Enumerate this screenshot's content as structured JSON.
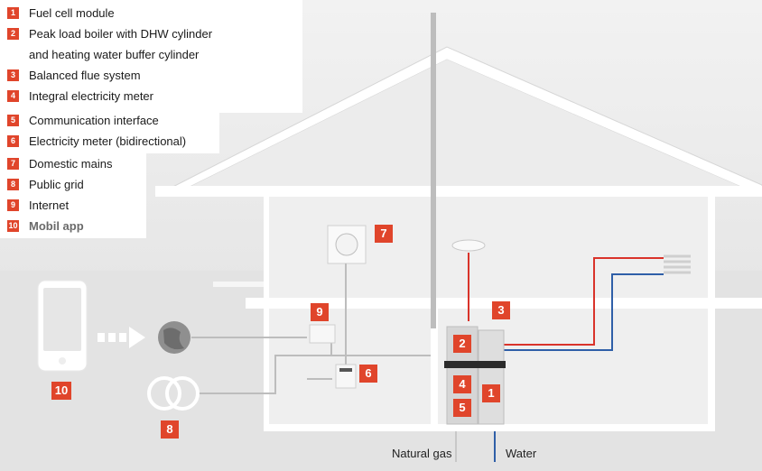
{
  "legend": [
    {
      "num": "1",
      "label": "Fuel cell module"
    },
    {
      "num": "2",
      "label": "Peak load boiler with DHW cylinder",
      "cont": "and heating water buffer cylinder"
    },
    {
      "num": "3",
      "label": "Balanced flue system"
    },
    {
      "num": "4",
      "label": "Integral electricity meter"
    },
    {
      "num": "5",
      "label": "Communication interface"
    },
    {
      "num": "6",
      "label": "Electricity meter (bidirectional)"
    },
    {
      "num": "7",
      "label": "Domestic mains"
    },
    {
      "num": "8",
      "label": "Public grid"
    },
    {
      "num": "9",
      "label": "Internet"
    },
    {
      "num": "10",
      "label": "Mobil app"
    }
  ],
  "tags": {
    "t1": "1",
    "t2": "2",
    "t3": "3",
    "t4": "4",
    "t5": "5",
    "t6": "6",
    "t7": "7",
    "t8": "8",
    "t9": "9",
    "t10": "10"
  },
  "footer": {
    "gas": "Natural gas",
    "water": "Water"
  },
  "colors": {
    "accent": "#e0452b",
    "flow": "#d9332a",
    "return": "#2f5fa8",
    "wall": "#ffffff"
  }
}
